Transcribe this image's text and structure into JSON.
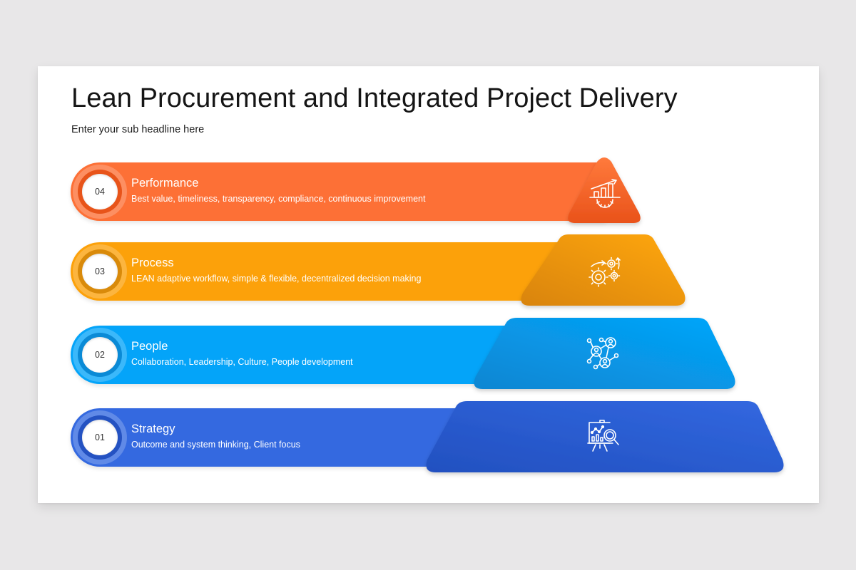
{
  "slide": {
    "title": "Lean Procurement and Integrated Project Delivery",
    "subtitle": "Enter your sub headline here"
  },
  "levels": [
    {
      "number": "04",
      "title": "Performance",
      "description": "Best value, timeliness, transparency, compliance, continuous improvement",
      "icon": "growth-chart-gear-icon",
      "color": "#fd7036",
      "color_dark": "#e8541a"
    },
    {
      "number": "03",
      "title": "Process",
      "description": "LEAN adaptive workflow, simple & flexible, decentralized decision making",
      "icon": "gears-workflow-icon",
      "color": "#fca10a",
      "color_dark": "#d98a0a"
    },
    {
      "number": "02",
      "title": "People",
      "description": "Collaboration, Leadership, Culture, People development",
      "icon": "people-network-icon",
      "color": "#04a4f9",
      "color_dark": "#0a8ad6"
    },
    {
      "number": "01",
      "title": "Strategy",
      "description": "Outcome and system thinking, Client focus",
      "icon": "presentation-analysis-icon",
      "color": "#3469e0",
      "color_dark": "#2452c2"
    }
  ],
  "colors": {
    "background": "#e8e7e8",
    "slide": "#ffffff",
    "title_text": "#151515"
  }
}
